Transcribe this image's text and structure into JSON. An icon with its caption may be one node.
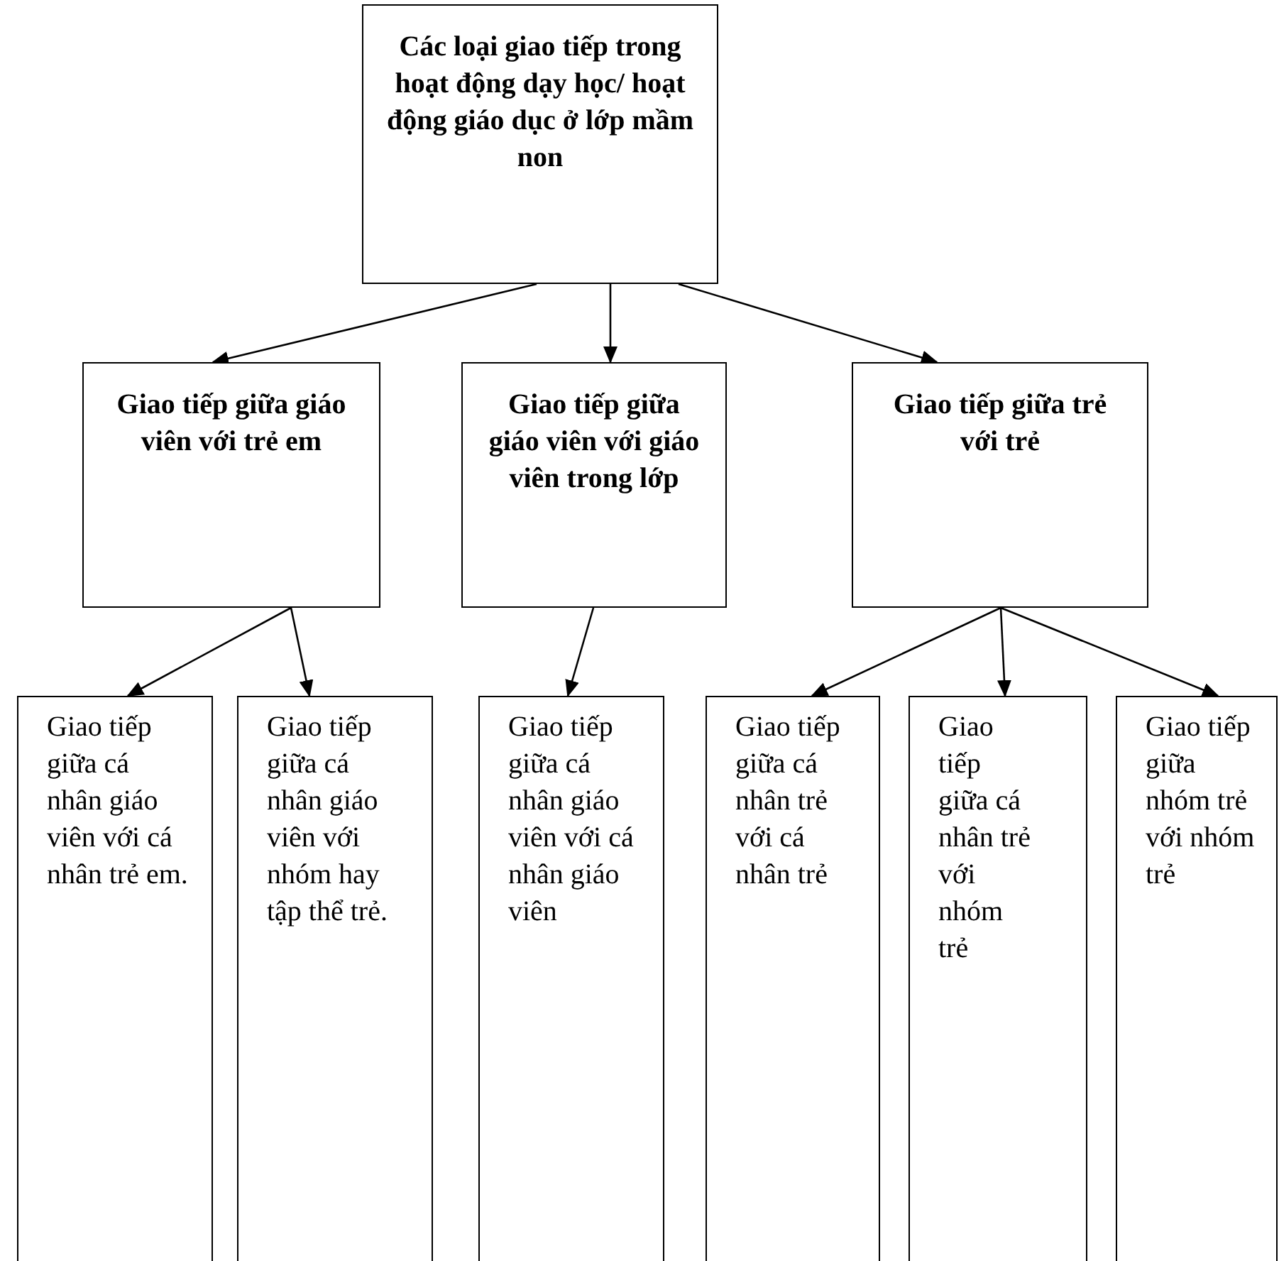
{
  "diagram": {
    "nodes": [
      {
        "text": [
          "Các loại giao tiếp trong hoạt động dạy học/ hoạt động giáo dục ở lớp mầm non"
        ]
      },
      {
        "text": [
          "Giao tiếp giữa giáo viên với trẻ em"
        ]
      },
      {
        "text": [
          "Giao tiếp giữa giáo viên với giáo viên trong lớp"
        ]
      },
      {
        "text": [
          "Giao tiếp giữa trẻ với trẻ"
        ]
      },
      {
        "text": [
          "Giao tiếp giữa cá nhân giáo viên với cá nhân trẻ em."
        ]
      },
      {
        "text": [
          "Giao tiếp giữa cá nhân giáo viên với nhóm hay tập thể trẻ."
        ]
      },
      {
        "text": [
          "Giao tiếp giữa cá nhân giáo viên với cá nhân giáo viên"
        ]
      },
      {
        "text": [
          "Giao tiếp giữa cá nhân trẻ với cá nhân trẻ"
        ]
      },
      {
        "text": [
          "Giao tiếp giữa cá nhân trẻ với nhóm trẻ"
        ]
      },
      {
        "text": [
          "Giao tiếp giữa nhóm trẻ với nhóm trẻ"
        ]
      }
    ],
    "edges": [
      {
        "from": 0,
        "to": 1,
        "arrow": "to"
      },
      {
        "from": 0,
        "to": 2,
        "arrow": "to"
      },
      {
        "from": 0,
        "to": 3,
        "arrow": "to"
      },
      {
        "from": 1,
        "to": 4,
        "arrow": "to"
      },
      {
        "from": 1,
        "to": 5,
        "arrow": "to"
      },
      {
        "from": 2,
        "to": 6,
        "arrow": "to"
      },
      {
        "from": 3,
        "to": 7,
        "arrow": "to"
      },
      {
        "from": 3,
        "to": 8,
        "arrow": "to"
      },
      {
        "from": 3,
        "to": 9,
        "arrow": "to"
      }
    ]
  }
}
